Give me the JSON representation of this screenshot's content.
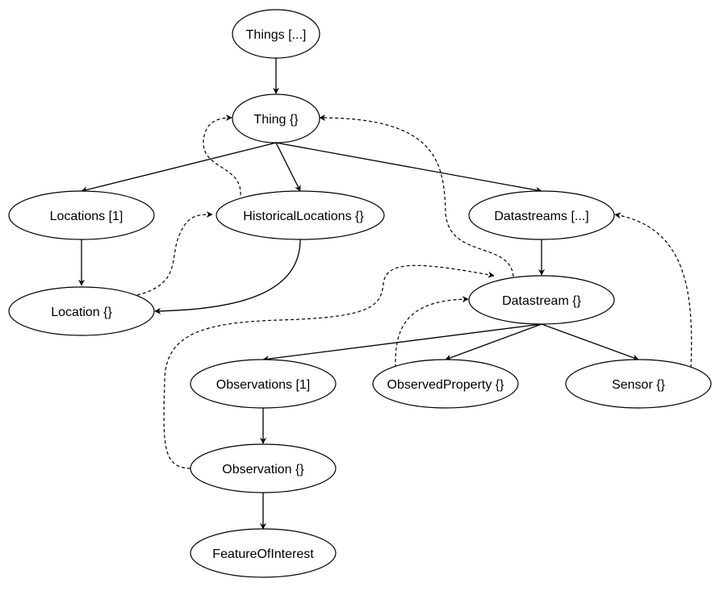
{
  "diagram": {
    "nodes": {
      "things": {
        "label": "Things [...]"
      },
      "thing": {
        "label": "Thing {}"
      },
      "locations": {
        "label": "Locations [1]"
      },
      "historical_locations": {
        "label": "HistoricalLocations {}"
      },
      "datastreams": {
        "label": "Datastreams [...]"
      },
      "location": {
        "label": "Location {}"
      },
      "datastream": {
        "label": "Datastream {}"
      },
      "observations": {
        "label": "Observations [1]"
      },
      "observed_property": {
        "label": "ObservedProperty {}"
      },
      "sensor": {
        "label": "Sensor {}"
      },
      "observation": {
        "label": "Observation {}"
      },
      "feature_of_interest": {
        "label": "FeatureOfInterest"
      }
    },
    "edges": [
      {
        "from": "things",
        "to": "thing",
        "style": "solid"
      },
      {
        "from": "thing",
        "to": "locations",
        "style": "solid"
      },
      {
        "from": "thing",
        "to": "historical_locations",
        "style": "solid"
      },
      {
        "from": "thing",
        "to": "datastreams",
        "style": "solid"
      },
      {
        "from": "locations",
        "to": "location",
        "style": "solid"
      },
      {
        "from": "historical_locations",
        "to": "location",
        "style": "solid"
      },
      {
        "from": "datastreams",
        "to": "datastream",
        "style": "solid"
      },
      {
        "from": "datastream",
        "to": "observations",
        "style": "solid"
      },
      {
        "from": "datastream",
        "to": "observed_property",
        "style": "solid"
      },
      {
        "from": "datastream",
        "to": "sensor",
        "style": "solid"
      },
      {
        "from": "observations",
        "to": "observation",
        "style": "solid"
      },
      {
        "from": "observation",
        "to": "feature_of_interest",
        "style": "solid"
      },
      {
        "from": "historical_locations",
        "to": "thing",
        "style": "dashed"
      },
      {
        "from": "location",
        "to": "historical_locations",
        "style": "dashed"
      },
      {
        "from": "datastream",
        "to": "thing",
        "style": "dashed"
      },
      {
        "from": "observation",
        "to": "datastream",
        "style": "dashed"
      },
      {
        "from": "observed_property",
        "to": "datastream",
        "style": "dashed"
      },
      {
        "from": "sensor",
        "to": "datastreams",
        "style": "dashed"
      }
    ]
  }
}
